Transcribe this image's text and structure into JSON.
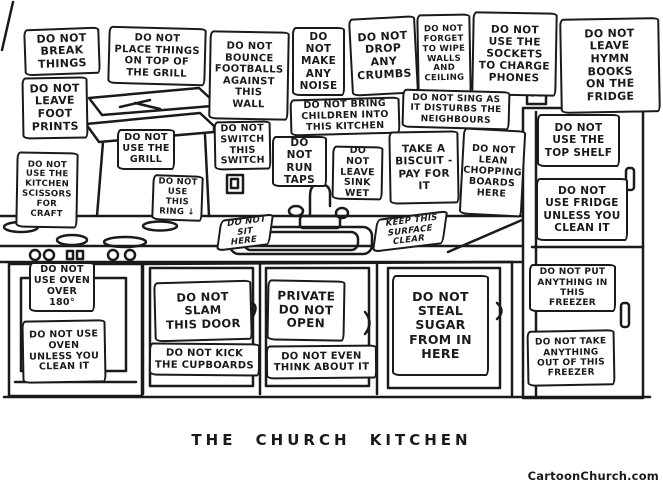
{
  "scene": {
    "caption": "THE CHURCH KITCHEN",
    "watermark": "CartoonChurch.com",
    "ink_color": "#1a1a1a",
    "paper_color": "#ffffff",
    "icons": "grill-shelf, hob-rings, oven-knobs, oven, light-switch, power-socket, tap, sink, cupboard-doors, door-handles, fridge, freezer"
  },
  "signs": {
    "break_things": "DO NOT\nBREAK\nTHINGS",
    "place_on_grill": "DO NOT\nPLACE THINGS\nON TOP OF\nTHE GRILL",
    "foot_prints": "DO NOT\nLEAVE\nFOOT\nPRINTS",
    "bounce_footballs": "DO NOT\nBOUNCE\nFOOTBALLS\nAGAINST\nTHIS\nWALL",
    "make_noise": "DO NOT\nMAKE\nANY\nNOISE",
    "drop_crumbs": "DO NOT\nDROP\nANY\nCRUMBS",
    "wipe_walls": "DO NOT\nFORGET\nTO WIPE\nWALLS\nAND\nCEILING",
    "use_sockets": "DO NOT\nUSE THE\nSOCKETS\nTO CHARGE\nPHONES",
    "hymn_books": "DO NOT\nLEAVE\nHYMN\nBOOKS\nON THE\nFRIDGE",
    "bring_children": "DO NOT BRING\nCHILDREN INTO\nTHIS KITCHEN",
    "sing_neighbours": "DO NOT SING AS\nIT DISTURBS THE\nNEIGHBOURS",
    "use_grill": "DO NOT\nUSE THE\nGRILL",
    "kitchen_scissors": "DO NOT\nUSE THE\nKITCHEN\nSCISSORS\nFOR\nCRAFT",
    "switch_switch": "DO NOT\nSWITCH\nTHIS\nSWITCH",
    "use_ring": "DO NOT\nUSE\nTHIS\nRING ↓",
    "run_taps": "DO NOT\nRUN\nTAPS",
    "sink_wet": "DO NOT\nLEAVE\nSINK\nWET",
    "take_biscuit": "TAKE A\nBISCUIT -\nPAY FOR\nIT",
    "chopping_boards": "DO NOT\nLEAN\nCHOPPING\nBOARDS\nHERE",
    "sit_here": "DO NOT\nSIT\nHERE",
    "surface_clear": "KEEP THIS\nSURFACE\nCLEAR",
    "top_shelf": "DO NOT\nUSE THE\nTOP SHELF",
    "fridge_clean": "DO NOT\nUSE FRIDGE\nUNLESS YOU\nCLEAN IT",
    "freezer_put": "DO NOT PUT\nANYTHING IN\nTHIS\nFREEZER",
    "freezer_take": "DO NOT TAKE\nANYTHING\nOUT OF THIS\nFREEZER",
    "oven_180": "DO NOT\nUSE OVEN\nOVER\n180°",
    "oven_clean": "DO NOT USE\nOVEN\nUNLESS YOU\nCLEAN IT",
    "slam_door": "DO NOT\nSLAM\nTHIS DOOR",
    "kick_cupboards": "DO NOT KICK\nTHE CUPBOARDS",
    "private": "PRIVATE\nDO NOT\nOPEN",
    "think_about_it": "DO NOT EVEN\nTHINK ABOUT IT",
    "steal_sugar": "DO NOT\nSTEAL\nSUGAR\nFROM IN\nHERE"
  }
}
